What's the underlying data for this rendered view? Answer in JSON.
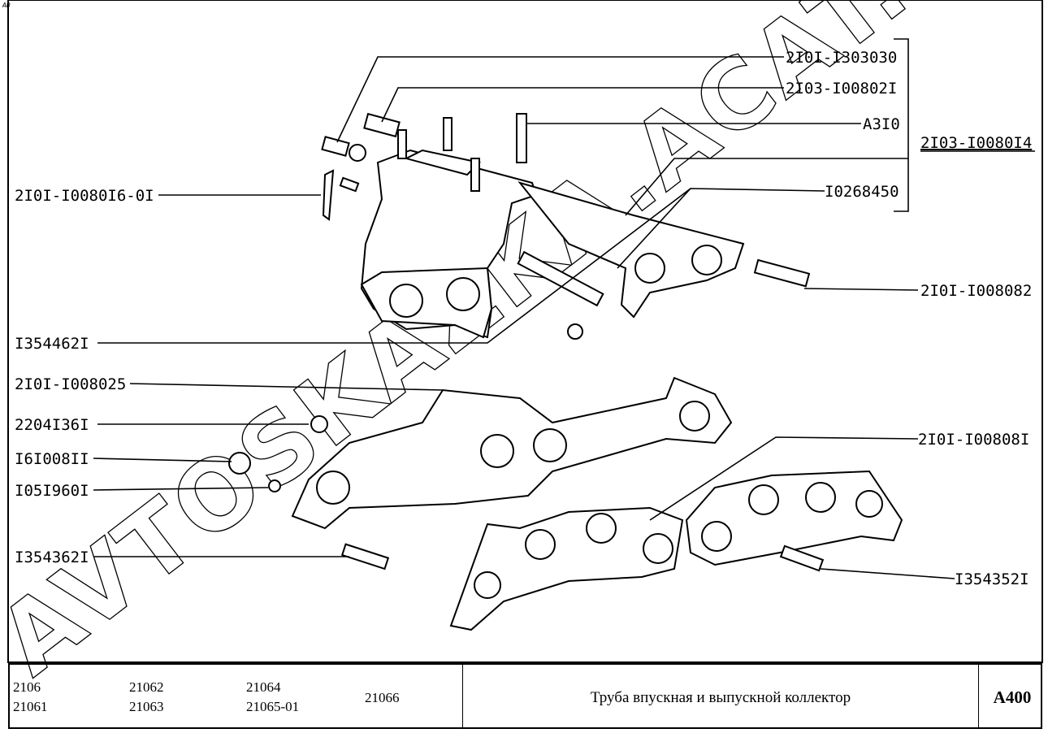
{
  "corner_mark": "AD",
  "watermark": "AVTOSKAZKA.ACAT.ONLINE",
  "callouts_left": [
    "2I0I-I0080I6-0I",
    "I354462I",
    "2I0I-I008025",
    "2204I36I",
    "I6I008II",
    "I05I960I",
    "I354362I"
  ],
  "callouts_right": [
    "2I0I-I303030",
    "2I03-I00802I",
    "A3I0",
    "I0268450",
    "2I0I-I008082",
    "2I0I-I00808I",
    "I354352I"
  ],
  "assembly_label": "2I03-I0080I4",
  "footer": {
    "models": [
      "2106",
      "21061",
      "21062",
      "21063",
      "21064",
      "21065-01",
      "21066"
    ],
    "title": "Труба впускная и выпускной коллектор",
    "code": "A400"
  }
}
